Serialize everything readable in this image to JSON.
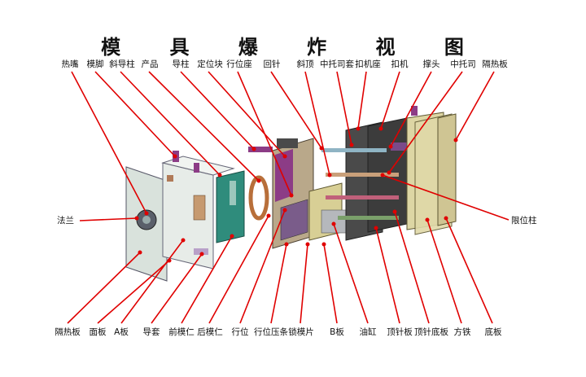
{
  "title": "模 具 爆 炸 视 图",
  "colors": {
    "leader": "#e00000",
    "plate_clear": "#dfe6e0",
    "teal": "#2f8c7c",
    "purple": "#8c3c86",
    "olive": "#d8cf95",
    "dark": "#3c3c3c"
  },
  "labels_top": [
    "热嘴",
    "模脚",
    "斜导柱",
    "产品",
    "导柱",
    "定位块",
    "行位座",
    "回针",
    "斜顶",
    "中托司套",
    "扣机座",
    "扣机",
    "撑头",
    "中托司",
    "隔热板"
  ],
  "labels_bottom": [
    "隔热板",
    "面板",
    "A板",
    "导套",
    "前模仁",
    "后模仁",
    "行位",
    "行位压条",
    "锁模片",
    "B板",
    "油缸",
    "顶针板",
    "顶针底板",
    "方铁",
    "底板"
  ],
  "label_left": "法兰",
  "label_right": "限位柱"
}
